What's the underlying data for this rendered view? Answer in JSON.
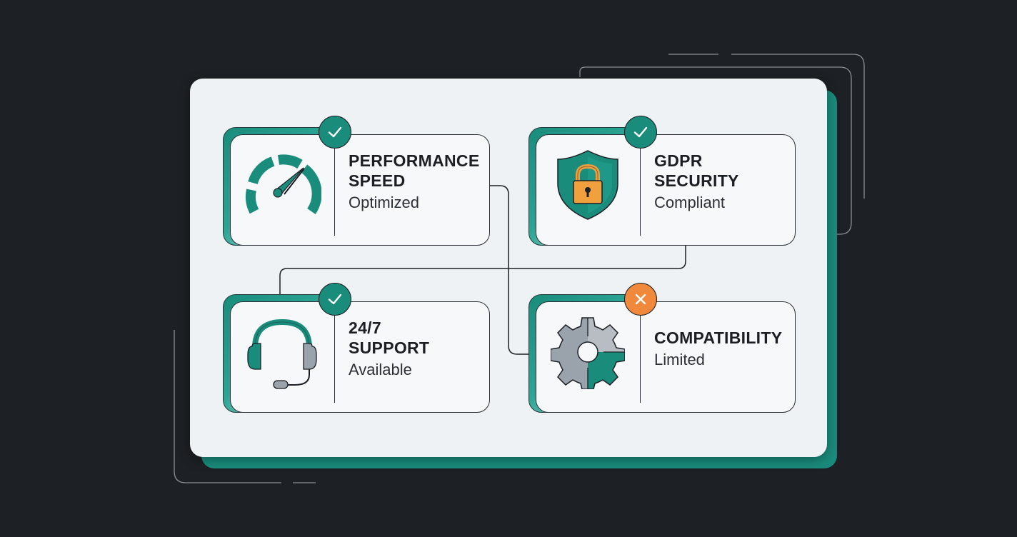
{
  "colors": {
    "background": "#1d2024",
    "panel": "#eff2f4",
    "accent_teal": "#1a8c7c",
    "accent_orange": "#f0893b",
    "shield_lock": "#f0a03c",
    "puzzle_gray": "#9aa2ab"
  },
  "features": [
    {
      "title": "PERFORMANCE\nSPEED",
      "status": "Optimized",
      "icon": "speedometer-icon",
      "badge": "checkmark-icon"
    },
    {
      "title": "GDPR\nSECURITY",
      "status": "Compliant",
      "icon": "shield-lock-icon",
      "badge": "checkmark-icon"
    },
    {
      "title": "24/7\nSUPPORT",
      "status": "Available",
      "icon": "headset-icon",
      "badge": "checkmark-icon"
    },
    {
      "title": "COMPATIBILITY",
      "status": "Limited",
      "icon": "puzzle-gear-icon",
      "badge": "cross-icon"
    }
  ]
}
